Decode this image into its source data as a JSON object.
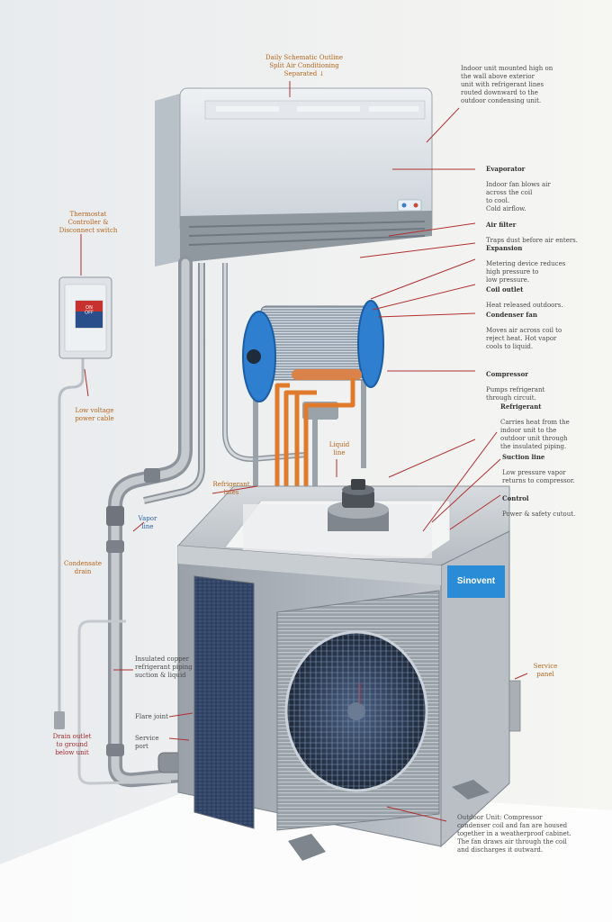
{
  "labels": {
    "top_title": "Daily Schematic Outline\nSplit Air Conditioning\nSeparated ↓",
    "top_right": "Indoor unit mounted high on\nthe wall above exterior\nunit with refrigerant lines\nrouted downward to the\noutdoor condensing unit.",
    "evaporator_head": "Evaporator",
    "evaporator_body": "Indoor fan blows air\nacross the coil\nto cool.\nCold airflow.",
    "air_filter_head": "Air filter",
    "air_filter_body": "Traps dust before air enters.",
    "expansion_head": "Expansion",
    "expansion_body": "Metering device reduces\nhigh pressure to\nlow pressure.",
    "condenser_coil_head": "Coil outlet",
    "condenser_coil_body": "Heat released outdoors.",
    "condenser_head": "Condenser fan",
    "condenser_body": "Moves air across coil to\nreject heat. Hot vapor\ncools to liquid.",
    "compressor_line_head": "Compressor",
    "compressor_line_body": "Pumps refrigerant\nthrough circuit.",
    "refrigerant_head": "Refrigerant",
    "refrigerant_body": "Carries heat from the\nindoor unit to the\noutdoor unit through\nthe insulated piping.",
    "suction_head": "Suction line",
    "suction_body": "Low pressure vapor\nreturns to compressor.",
    "control_head": "Control",
    "control_body": "Power & safety cutout.",
    "thermostat_label": "Thermostat\nController &\nDisconnect switch",
    "wire_label": "Low voltage\npower cable",
    "pipe_label": "Refrigerant\nlines",
    "liquid_label": "Liquid\nline",
    "vapor_label": "Vapor\nline",
    "drain_label": "Condensate\ndrain",
    "insulated_label": "Insulated copper\nrefrigerant piping\nsuction & liquid",
    "flare_label": "Flare joint",
    "service_label": "Service port",
    "ground_label": "Drain outlet\nto ground\nbelow unit",
    "side_label": "Service\npanel",
    "bottom_label": "Outdoor Unit: Compressor\ncondenser coil and fan are housed\ntogether in a weatherproof cabinet.\nThe fan draws air through the coil\nand discharges it outward."
  },
  "brand": "Sinovent",
  "control_box_label": "ON\nOFF",
  "colors": {
    "background": "#f6f6f2",
    "indoor_unit": "#dde3e8",
    "outdoor_unit": "#a9b0b8",
    "copper_pipe": "#e07b2e",
    "coil_blue": "#2f7fd0",
    "leader_line": "#b03030",
    "brand_badge": "#2a8bd6"
  }
}
